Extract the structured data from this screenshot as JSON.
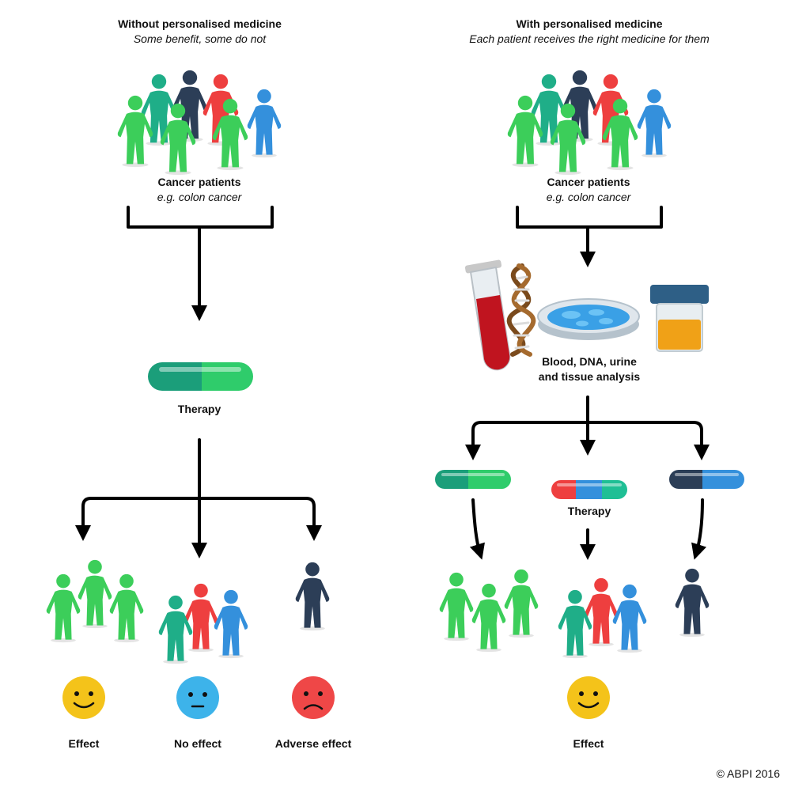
{
  "left": {
    "title": "Without personalised medicine",
    "subtitle": "Some benefit, some do not",
    "patients_label": "Cancer patients",
    "patients_example": "e.g. colon cancer",
    "therapy_label": "Therapy",
    "outcomes": [
      "Effect",
      "No effect",
      "Adverse effect"
    ]
  },
  "right": {
    "title": "With personalised medicine",
    "subtitle": "Each patient receives the right medicine for them",
    "patients_label": "Cancer patients",
    "patients_example": "e.g. colon cancer",
    "analysis_line1": "Blood, DNA, urine",
    "analysis_line2": "and tissue analysis",
    "therapy_label": "Therapy",
    "outcome": "Effect"
  },
  "copyright": "© ABPI 2016",
  "colors": {
    "green": "#3cce5a",
    "teal": "#1fae88",
    "navy": "#2c3e57",
    "red": "#ee3f3f",
    "blue": "#3490dc",
    "smile_yellow": "#f4c31a",
    "neutral_blue": "#3db3ea",
    "sad_red": "#ef4747"
  },
  "icons": [
    "person-icon",
    "pill-icon",
    "test-tube-icon",
    "dna-icon",
    "petri-dish-icon",
    "urine-sample-icon",
    "smiley-icon",
    "neutral-face-icon",
    "sad-face-icon",
    "arrow-icon"
  ]
}
